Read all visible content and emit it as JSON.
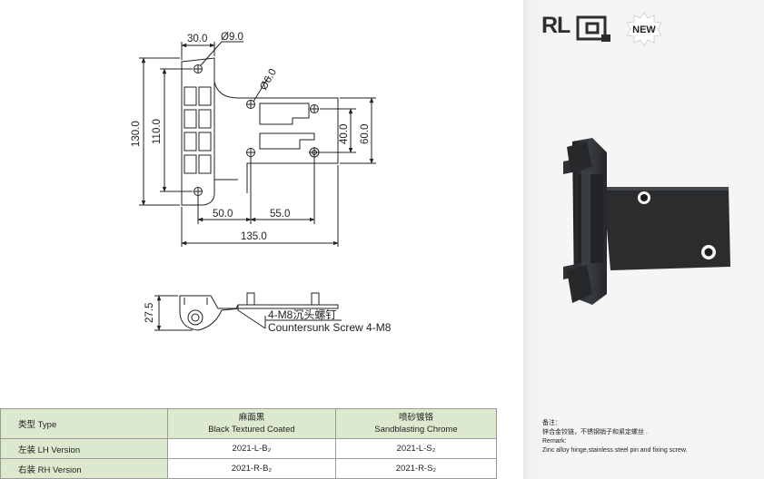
{
  "drawing": {
    "top_view": {
      "dim_30": "30.0",
      "dim_hole9": "Ø9.0",
      "dim_hole6": "Ø6.0",
      "dim_130": "130.0",
      "dim_110": "110.0",
      "dim_40": "40.0",
      "dim_60": "60.0",
      "dim_50": "50.0",
      "dim_55": "55.0",
      "dim_135": "135.0"
    },
    "side_view": {
      "dim_27_5": "27.5",
      "screw_cn": "4-M8沉头螺钉",
      "screw_en": "Countersunk Screw 4-M8"
    }
  },
  "brand": {
    "logo_text": "RL",
    "new_badge": "NEW"
  },
  "table": {
    "header": {
      "type_label": "类型 Type",
      "col1_cn": "麻面黑",
      "col1_en": "Black Textured Coated",
      "col2_cn": "喷砂镀铬",
      "col2_en": "Sandblasting Chrome"
    },
    "rows": [
      {
        "label": "左装 LH Version",
        "col1": "2021-L-B₂",
        "col2": "2021-L-S₂"
      },
      {
        "label": "右装 RH Version",
        "col1": "2021-R-B₂",
        "col2": "2021-R-S₂"
      }
    ]
  },
  "remark": {
    "title_cn": "备注：",
    "text_cn": "锌合金铰链，不锈钢销子和紧定螺丝 .",
    "title_en": "Remark:",
    "text_en": "Zinc alloy hinge,stainless steel pin and fixing screw."
  },
  "colors": {
    "panel_bg": "#f5f5f5",
    "table_header_bg": "#dde9cf",
    "hinge_body": "#2a2c2e"
  }
}
